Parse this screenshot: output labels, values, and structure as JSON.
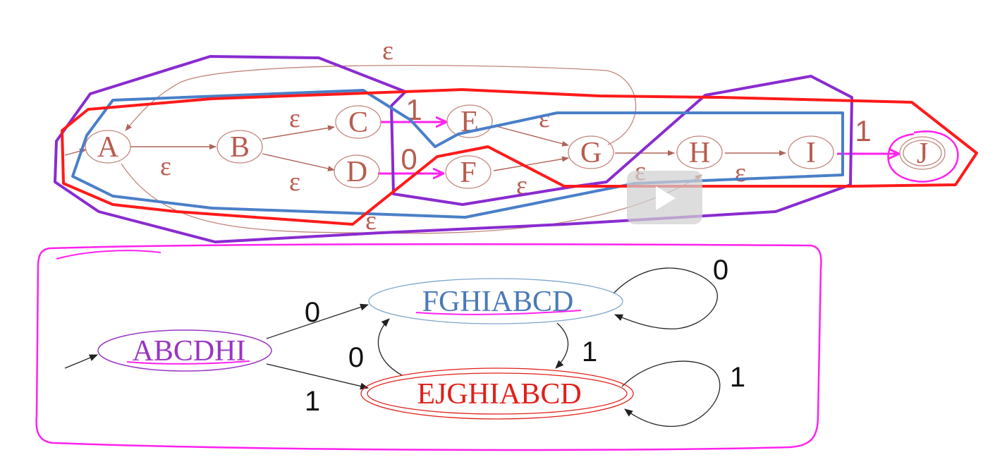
{
  "nfa": {
    "states": [
      "A",
      "B",
      "C",
      "D",
      "E",
      "F",
      "G",
      "H",
      "I",
      "J"
    ],
    "epsilon_symbol": "ε",
    "symbol_0": "0",
    "symbol_1": "1"
  },
  "dfa": {
    "start_state": "ABCDHI",
    "state_0": "FGHIABCD",
    "state_1": "EJGHIABCD",
    "edge_labels": {
      "start_to_f_on_0": "0",
      "start_to_e_on_1": "1",
      "f_self_loop": "0",
      "f_to_e": "1",
      "e_to_f": "0",
      "e_self_loop": "1"
    }
  },
  "colors": {
    "nfa_state": "#b85c50",
    "annotation_purple": "#8a2bd0",
    "annotation_blue": "#4a7fc8",
    "annotation_red": "#ff1a1a",
    "annotation_pink": "#ff22ee",
    "dfa_start": "#9a35c4",
    "dfa_f_state": "#4a7ab8",
    "dfa_e_state": "#e0201a"
  },
  "icons": {
    "play": "play-icon"
  }
}
